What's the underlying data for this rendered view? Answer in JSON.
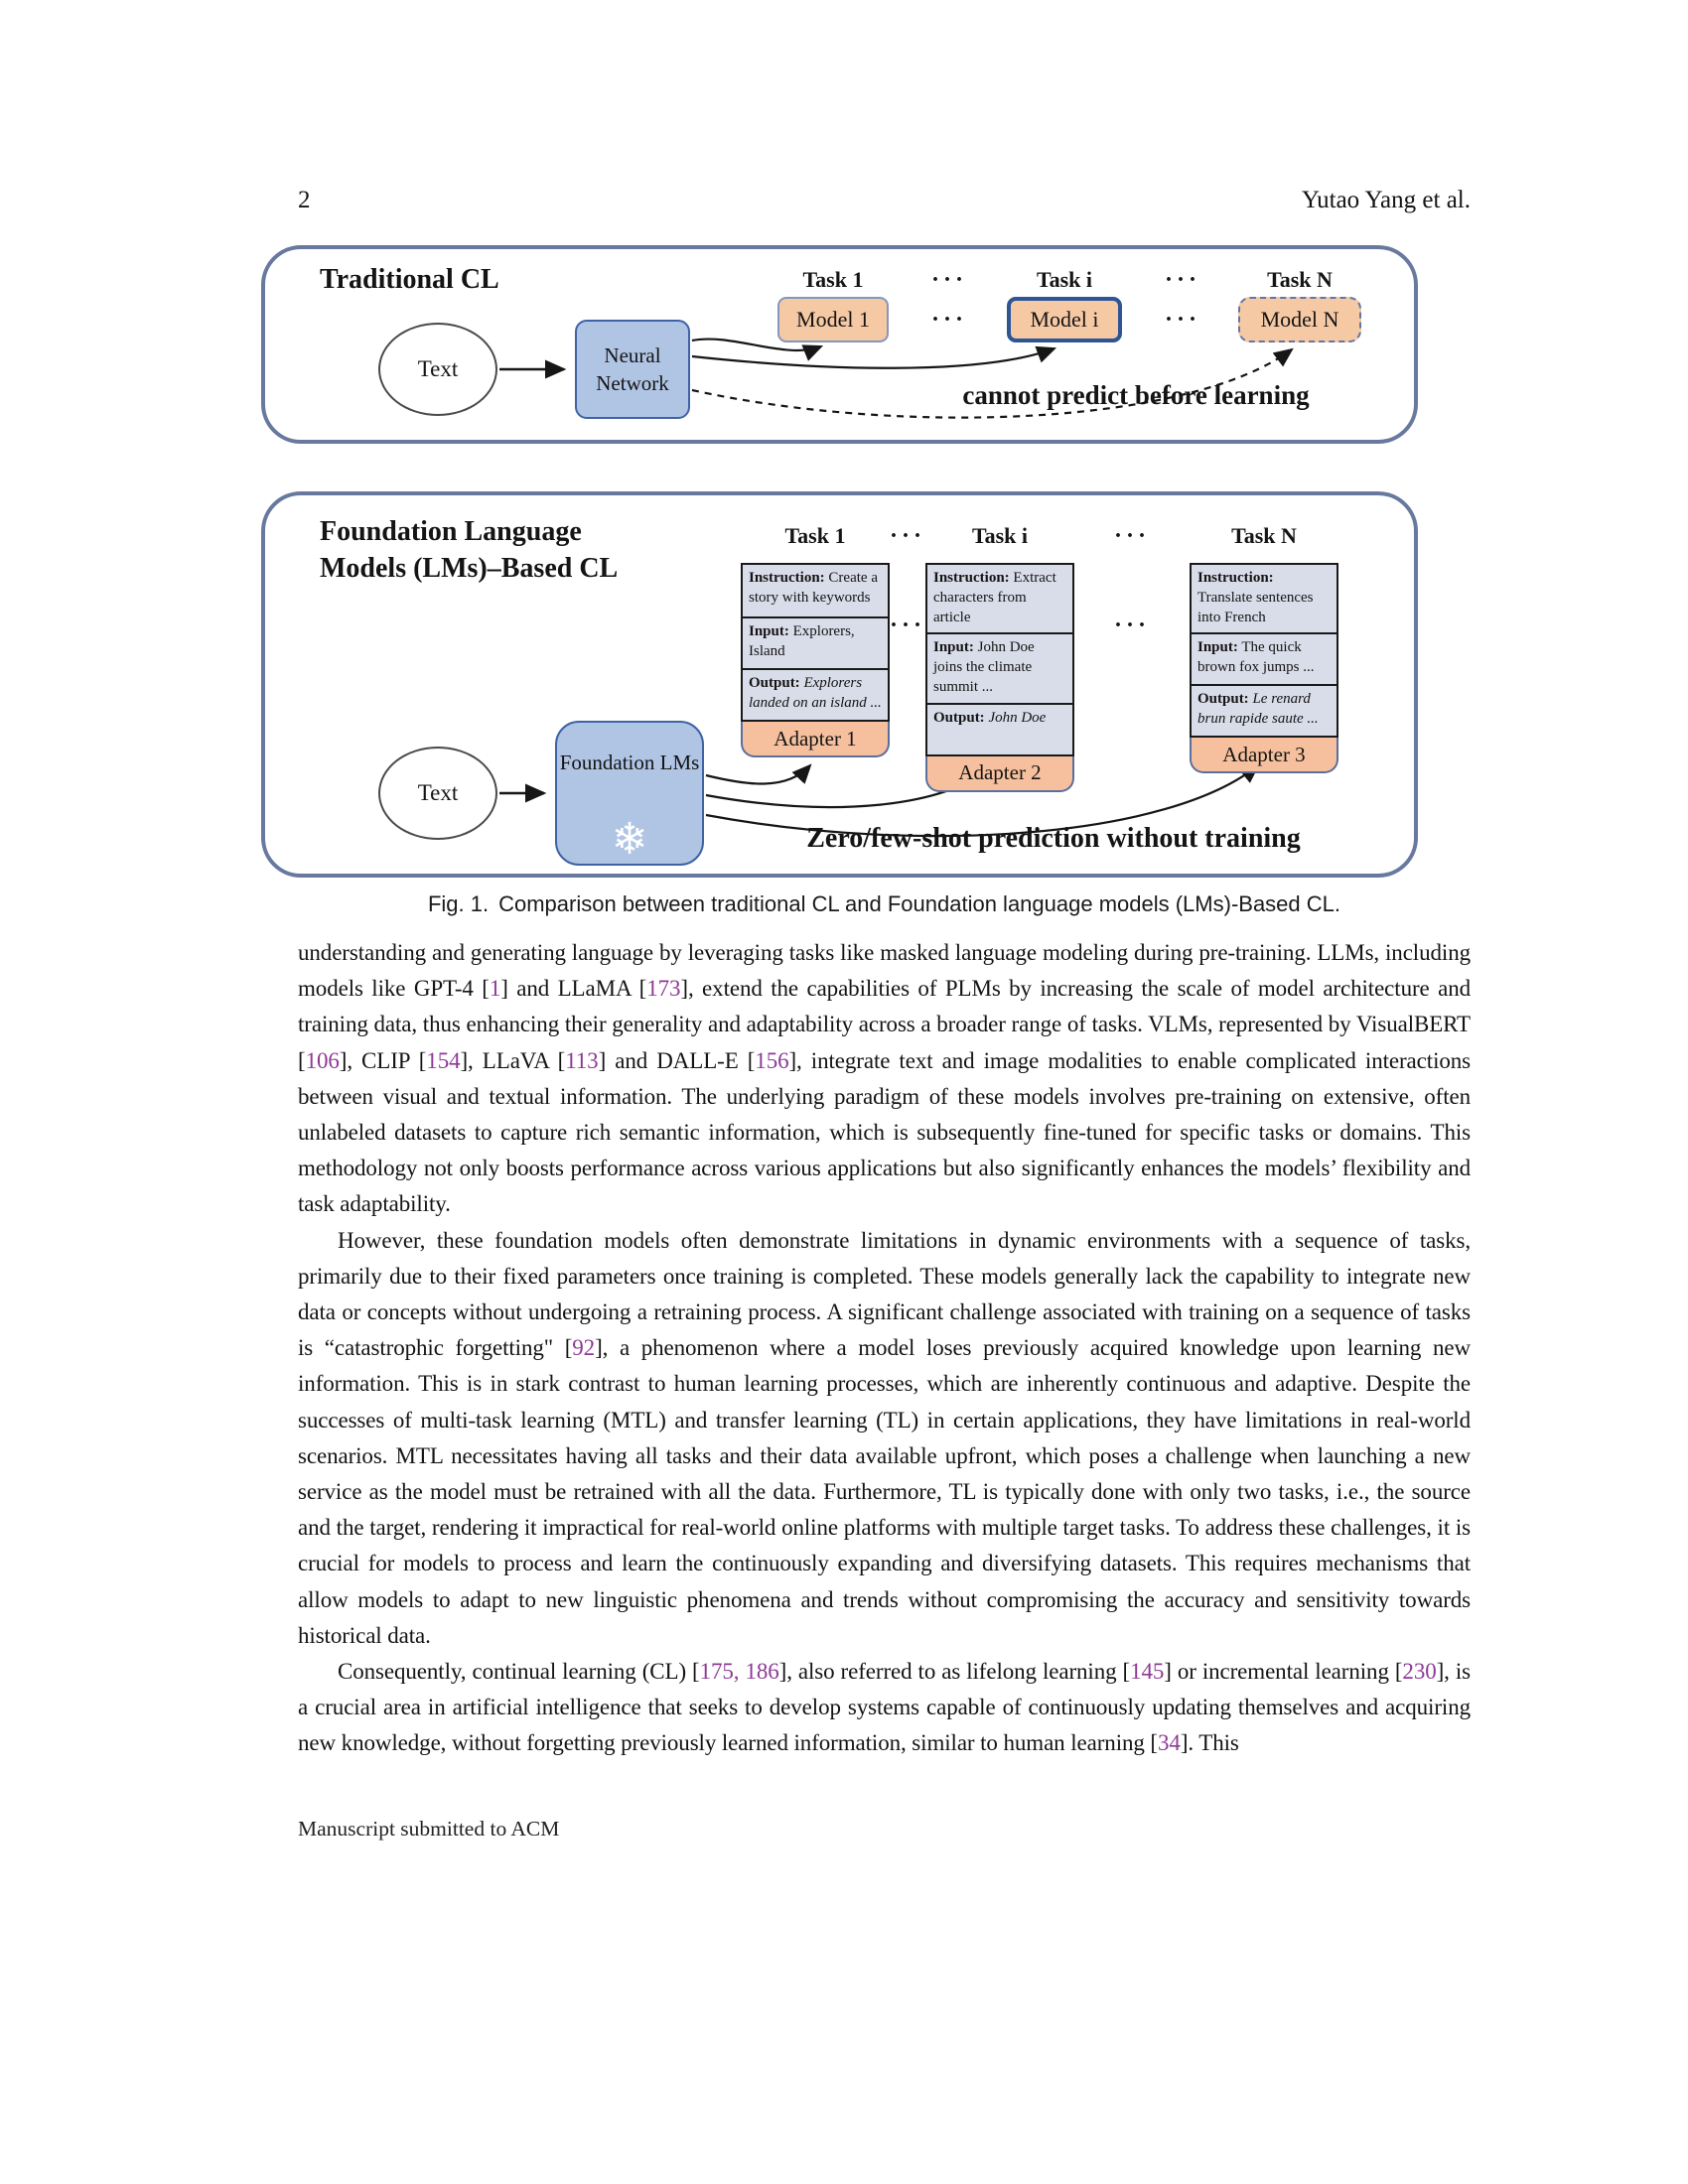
{
  "page": {
    "number": "2",
    "running_author": "Yutao Yang et al.",
    "footer": "Manuscript submitted to ACM"
  },
  "figure": {
    "caption_label": "Fig. 1.",
    "caption_text": "Comparison between traditional CL and Foundation language models (LMs)-Based CL.",
    "dots": "···",
    "panel1": {
      "title": "Traditional CL",
      "input_label": "Text",
      "model_label": "Neural Network",
      "task_headers": [
        "Task 1",
        "Task i",
        "Task N"
      ],
      "model_boxes": [
        "Model 1",
        "Model i",
        "Model N"
      ],
      "annotation": "cannot predict before learning"
    },
    "panel2": {
      "title_lines": [
        "Foundation Language",
        "Models (LMs)–Based CL"
      ],
      "input_label": "Text",
      "model_label": "Foundation LMs",
      "snowflake_icon": "❄",
      "task_headers": [
        "Task 1",
        "Task i",
        "Task N"
      ],
      "cards": [
        {
          "instruction_label": "Instruction:",
          "instruction_text": "Create a story with keywords",
          "input_label": "Input:",
          "input_text": "Explorers, Island",
          "output_label": "Output:",
          "output_text": "Explorers landed on an island ...",
          "adapter_label": "Adapter 1"
        },
        {
          "instruction_label": "Instruction:",
          "instruction_text": "Extract characters from article",
          "input_label": "Input:",
          "input_text": "John Doe joins the climate summit ...",
          "output_label": "Output:",
          "output_text": "John Doe",
          "adapter_label": "Adapter 2"
        },
        {
          "instruction_label": "Instruction:",
          "instruction_text": "Translate sentences into French",
          "input_label": "Input:",
          "input_text": "The quick brown fox jumps ...",
          "output_label": "Output:",
          "output_text": "Le renard brun rapide saute ...",
          "adapter_label": "Adapter 3"
        }
      ],
      "annotation": "Zero/few-shot prediction without training"
    }
  },
  "body": {
    "paragraphs": [
      {
        "indent": false,
        "segments": [
          {
            "t": "understanding and generating language by leveraging tasks like masked language modeling during pre-training. LLMs, including models like GPT-4 ["
          },
          {
            "t": "1",
            "cite": true
          },
          {
            "t": "] and LLaMA ["
          },
          {
            "t": "173",
            "cite": true
          },
          {
            "t": "], extend the capabilities of PLMs by increasing the scale of model architecture and training data, thus enhancing their generality and adaptability across a broader range of tasks. VLMs, represented by VisualBERT ["
          },
          {
            "t": "106",
            "cite": true
          },
          {
            "t": "], CLIP ["
          },
          {
            "t": "154",
            "cite": true
          },
          {
            "t": "], LLaVA ["
          },
          {
            "t": "113",
            "cite": true
          },
          {
            "t": "] and DALL-E ["
          },
          {
            "t": "156",
            "cite": true
          },
          {
            "t": "], integrate text and image modalities to enable complicated interactions between visual and textual information. The underlying paradigm of these models involves pre-training on extensive, often unlabeled datasets to capture rich semantic information, which is subsequently fine-tuned for specific tasks or domains. This methodology not only boosts performance across various applications but also significantly enhances the models’ flexibility and task adaptability."
          }
        ]
      },
      {
        "indent": true,
        "segments": [
          {
            "t": "However, these foundation models often demonstrate limitations in dynamic environments with a sequence of tasks, primarily due to their fixed parameters once training is completed. These models generally lack the capability to integrate new data or concepts without undergoing a retraining process. A significant challenge associated with training on a sequence of tasks is “catastrophic forgetting\" ["
          },
          {
            "t": "92",
            "cite": true
          },
          {
            "t": "], a phenomenon where a model loses previously acquired knowledge upon learning new information. This is in stark contrast to human learning processes, which are inherently continuous and adaptive. Despite the successes of multi-task learning (MTL) and transfer learning (TL) in certain applications, they have limitations in real-world scenarios. MTL necessitates having all tasks and their data available upfront, which poses a challenge when launching a new service as the model must be retrained with all the data. Furthermore, TL is typically done with only two tasks, i.e., the source and the target, rendering it impractical for real-world online platforms with multiple target tasks. To address these challenges, it is crucial for models to process and learn the continuously expanding and diversifying datasets. This requires mechanisms that allow models to adapt to new linguistic phenomena and trends without compromising the accuracy and sensitivity towards historical data."
          }
        ]
      },
      {
        "indent": true,
        "segments": [
          {
            "t": "Consequently, continual learning (CL) ["
          },
          {
            "t": "175, 186",
            "cite": true
          },
          {
            "t": "], also referred to as lifelong learning ["
          },
          {
            "t": "145",
            "cite": true
          },
          {
            "t": "] or incremental learning ["
          },
          {
            "t": "230",
            "cite": true
          },
          {
            "t": "], is a crucial area in artificial intelligence that seeks to develop systems capable of continuously updating themselves and acquiring new knowledge, without forgetting previously learned information, similar to human learning ["
          },
          {
            "t": "34",
            "cite": true
          },
          {
            "t": "]. This"
          }
        ]
      }
    ]
  },
  "colors": {
    "panel_border": "#68799f",
    "blue_box_fill": "#b0c4e4",
    "blue_box_border": "#3f63a4",
    "peach_fill": "#f6c9a5",
    "model_i_border": "#2e5596",
    "dashed_border": "#6076a4",
    "card_cell_fill": "#d9dde9",
    "citation": "#8d3a96"
  }
}
